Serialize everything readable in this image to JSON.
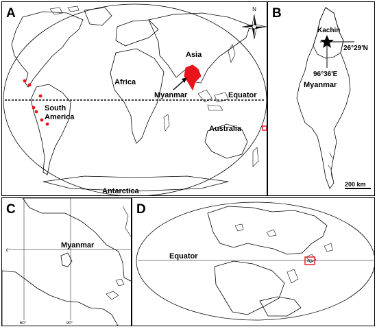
{
  "panels": {
    "A": {
      "letter": "A",
      "labels": {
        "asia": "Asia",
        "africa": "Africa",
        "south_america": "South",
        "south_america_2": "America",
        "myanmar": "Myanmar",
        "equator": "Equator",
        "australia": "Australia",
        "antarctica": "Antarctica",
        "north": "N"
      },
      "highlight_color": "#e8141a"
    },
    "B": {
      "letter": "B",
      "labels": {
        "kachin": "Kachin",
        "latitude": "26°29′N",
        "longitude": "96°36′E",
        "myanmar": "Myanmar",
        "scale": "200 km"
      }
    },
    "C": {
      "letter": "C",
      "labels": {
        "myanmar": "Myanmar",
        "lat0": "0°",
        "lon60": "60°",
        "lon90": "90°"
      }
    },
    "D": {
      "letter": "D",
      "labels": {
        "equator": "Equator"
      },
      "box_color": "#e8141a"
    }
  }
}
